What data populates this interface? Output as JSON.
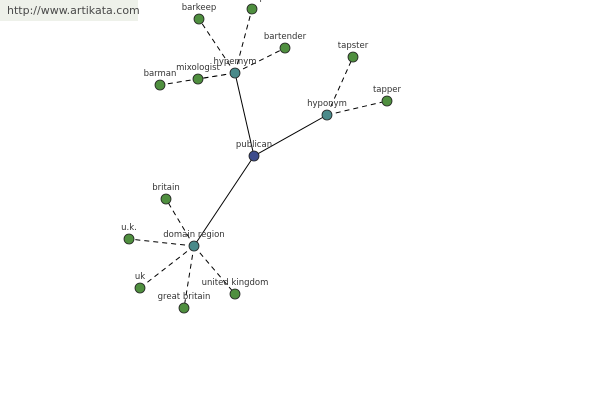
{
  "watermark": "http://www.artikata.com",
  "colors": {
    "center": "#3d4c8c",
    "relation": "#4a8a8a",
    "leaf": "#4f8f3f"
  },
  "nodes": [
    {
      "id": "publican",
      "label": "publican",
      "kind": "center"
    },
    {
      "id": "hypernym",
      "label": "hypernym",
      "kind": "relation"
    },
    {
      "id": "hyponym",
      "label": "hyponym",
      "kind": "relation"
    },
    {
      "id": "domain_region",
      "label": "domain region",
      "kind": "relation"
    },
    {
      "id": "barkeep",
      "label": "barkeep",
      "kind": "leaf"
    },
    {
      "id": "barkeeper",
      "label": "barkeeper",
      "kind": "leaf"
    },
    {
      "id": "bartender",
      "label": "bartender",
      "kind": "leaf"
    },
    {
      "id": "mixologist",
      "label": "mixologist",
      "kind": "leaf"
    },
    {
      "id": "barman",
      "label": "barman",
      "kind": "leaf"
    },
    {
      "id": "tapster",
      "label": "tapster",
      "kind": "leaf"
    },
    {
      "id": "tapper",
      "label": "tapper",
      "kind": "leaf"
    },
    {
      "id": "britain",
      "label": "britain",
      "kind": "leaf"
    },
    {
      "id": "u_k_dot",
      "label": "u.k.",
      "kind": "leaf"
    },
    {
      "id": "uk",
      "label": "uk",
      "kind": "leaf"
    },
    {
      "id": "great_britain",
      "label": "great britain",
      "kind": "leaf"
    },
    {
      "id": "united_kingdom",
      "label": "united kingdom",
      "kind": "leaf"
    }
  ],
  "edges": [
    {
      "from": "publican",
      "to": "hypernym",
      "style": "solid"
    },
    {
      "from": "publican",
      "to": "hyponym",
      "style": "solid"
    },
    {
      "from": "publican",
      "to": "domain_region",
      "style": "solid"
    },
    {
      "from": "hypernym",
      "to": "barkeep",
      "style": "dashed"
    },
    {
      "from": "hypernym",
      "to": "barkeeper",
      "style": "dashed"
    },
    {
      "from": "hypernym",
      "to": "bartender",
      "style": "dashed"
    },
    {
      "from": "hypernym",
      "to": "mixologist",
      "style": "dashed"
    },
    {
      "from": "hypernym",
      "to": "barman",
      "style": "dashed"
    },
    {
      "from": "hyponym",
      "to": "tapster",
      "style": "dashed"
    },
    {
      "from": "hyponym",
      "to": "tapper",
      "style": "dashed"
    },
    {
      "from": "domain_region",
      "to": "britain",
      "style": "dashed"
    },
    {
      "from": "domain_region",
      "to": "u_k_dot",
      "style": "dashed"
    },
    {
      "from": "domain_region",
      "to": "uk",
      "style": "dashed"
    },
    {
      "from": "domain_region",
      "to": "great_britain",
      "style": "dashed"
    },
    {
      "from": "domain_region",
      "to": "united_kingdom",
      "style": "dashed"
    }
  ]
}
